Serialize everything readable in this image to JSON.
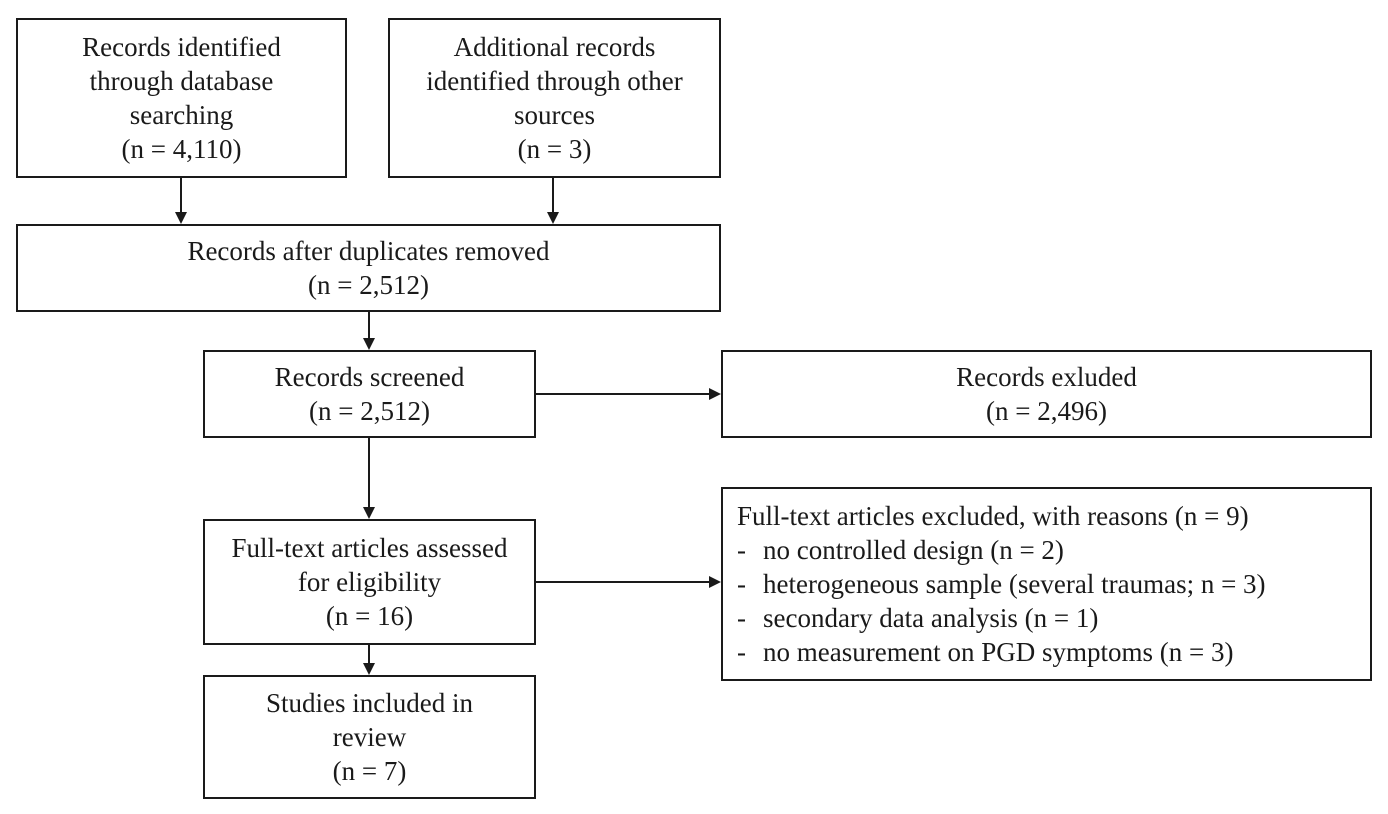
{
  "identification": {
    "database": {
      "lines": [
        "Records identified",
        "through database",
        "searching"
      ],
      "count": "(n = 4,110)"
    },
    "other_sources": {
      "lines": [
        "Additional records",
        "identified through other",
        "sources"
      ],
      "count": "(n = 3)"
    }
  },
  "duplicates_removed": {
    "label": "Records after duplicates removed",
    "count": "(n = 2,512)"
  },
  "screened": {
    "label": "Records screened",
    "count": "(n = 2,512)"
  },
  "excluded": {
    "label": "Records exluded",
    "count": "(n = 2,496)"
  },
  "eligibility": {
    "lines": [
      "Full-text articles assessed",
      "for eligibility"
    ],
    "count": "(n = 16)"
  },
  "fulltext_excluded": {
    "title": "Full-text articles excluded, with reasons (n = 9)",
    "reasons": [
      "no controlled design (n = 2)",
      "heterogeneous sample (several traumas; n = 3)",
      "secondary data analysis (n = 1)",
      "no measurement on PGD symptoms (n = 3)"
    ],
    "bullet": "-"
  },
  "included": {
    "lines": [
      "Studies included in",
      "review"
    ],
    "count": "(n = 7)"
  }
}
